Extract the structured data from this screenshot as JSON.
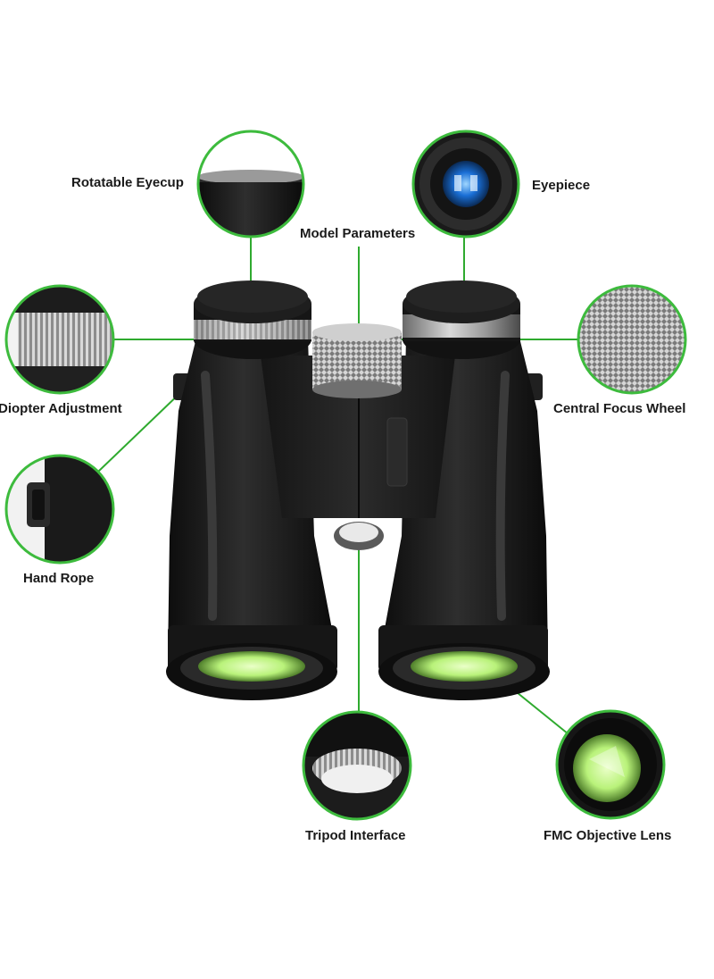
{
  "callouts": {
    "rotatable_eyecup": "Rotatable Eyecup",
    "eyepiece": "Eyepiece",
    "model_parameters": "Model Parameters",
    "diopter_adjustment": "Diopter Adjustment",
    "central_focus_wheel": "Central Focus Wheel",
    "hand_rope": "Hand Rope",
    "tripod_interface": "Tripod Interface",
    "fmc_objective_lens": "FMC Objective Lens"
  },
  "colors": {
    "callout_ring": "#3dbb3d",
    "leader_line": "#2faa2f",
    "body": "#1b1b1b",
    "lens_green": "#b9f27a"
  },
  "icons": [
    "binoculars-illustration",
    "eyecup-detail",
    "eyepiece-detail",
    "diopter-detail",
    "focus-wheel-detail",
    "hand-rope-detail",
    "tripod-detail",
    "objective-lens-detail"
  ]
}
